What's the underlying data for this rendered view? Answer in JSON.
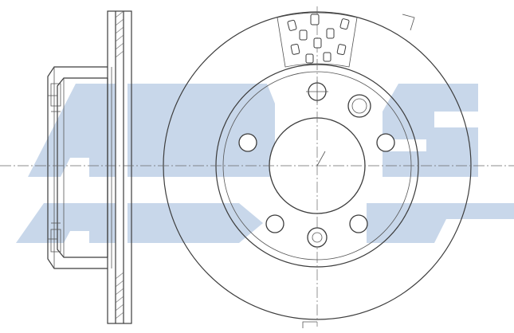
{
  "drawing": {
    "subject": "",
    "watermark_brand": "ADS"
  },
  "colors": {
    "watermark": "#c8d7ea",
    "line": "#3c3c3c",
    "background": "#ffffff"
  },
  "front_view": {
    "bolt_holes": 5,
    "vent_slots_shown": 10
  }
}
